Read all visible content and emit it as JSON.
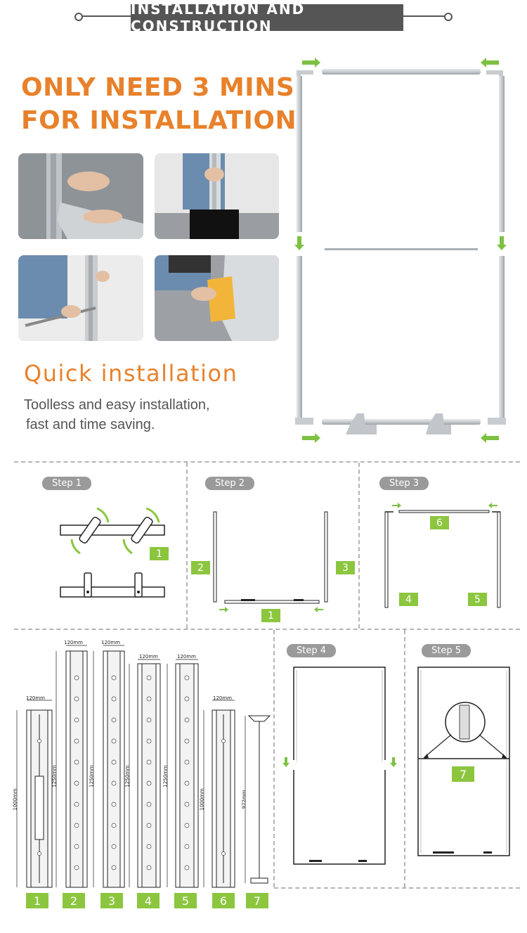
{
  "header": {
    "title": "INSTALLATION AND CONSTRUCTION"
  },
  "hero": {
    "title_line1": "ONLY NEED 3 MINS",
    "title_line2": "FOR INSTALLATION",
    "subtitle": "Quick  installation",
    "desc_line1": "Toolless and easy installation,",
    "desc_line2": "fast and time saving."
  },
  "steps": {
    "step1": "Step 1",
    "step2": "Step 2",
    "step3": "Step 3",
    "step4": "Step 4",
    "step5": "Step 5"
  },
  "badges": {
    "b1": "1",
    "b2": "2",
    "b3": "3",
    "b4": "4",
    "b5": "5",
    "b6": "6",
    "b7": "7"
  },
  "parts": [
    {
      "num": "1",
      "width": "120mm",
      "height": "1000mm"
    },
    {
      "num": "2",
      "width": "120mm",
      "height": "1250mm"
    },
    {
      "num": "3",
      "width": "120mm",
      "height": "1250mm"
    },
    {
      "num": "4",
      "width": "120mm",
      "height": "1250mm"
    },
    {
      "num": "5",
      "width": "120mm",
      "height": "1250mm"
    },
    {
      "num": "6",
      "width": "120mm",
      "height": "1000mm"
    },
    {
      "num": "7",
      "width": "",
      "height": "972mm"
    }
  ],
  "colors": {
    "accent": "#e8812b",
    "green": "#8cc63f",
    "header": "#555555"
  }
}
